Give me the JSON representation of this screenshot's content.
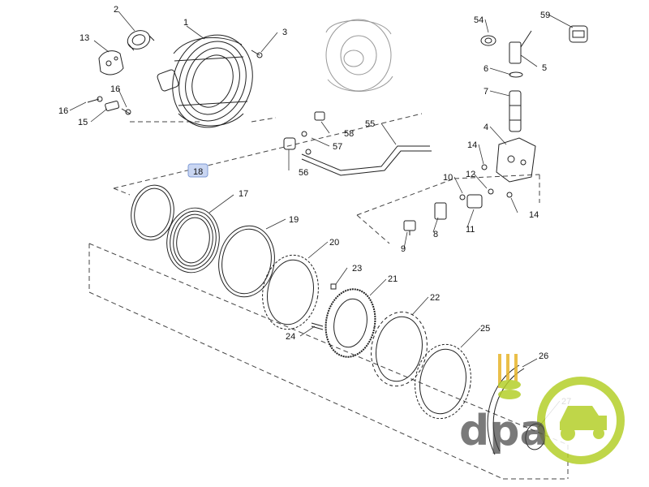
{
  "diagram": {
    "selected_part": "18",
    "parts": [
      {
        "id": "p1",
        "label": "1"
      },
      {
        "id": "p2",
        "label": "2"
      },
      {
        "id": "p3",
        "label": "3"
      },
      {
        "id": "p4",
        "label": "4"
      },
      {
        "id": "p5",
        "label": "5"
      },
      {
        "id": "p6",
        "label": "6"
      },
      {
        "id": "p7",
        "label": "7"
      },
      {
        "id": "p8",
        "label": "8"
      },
      {
        "id": "p9",
        "label": "9"
      },
      {
        "id": "p10",
        "label": "10"
      },
      {
        "id": "p11",
        "label": "11"
      },
      {
        "id": "p12",
        "label": "12"
      },
      {
        "id": "p13",
        "label": "13"
      },
      {
        "id": "p14a",
        "label": "14"
      },
      {
        "id": "p14b",
        "label": "14"
      },
      {
        "id": "p15",
        "label": "15"
      },
      {
        "id": "p16a",
        "label": "16"
      },
      {
        "id": "p16b",
        "label": "16"
      },
      {
        "id": "p17",
        "label": "17"
      },
      {
        "id": "p18",
        "label": "18"
      },
      {
        "id": "p19",
        "label": "19"
      },
      {
        "id": "p20",
        "label": "20"
      },
      {
        "id": "p21",
        "label": "21"
      },
      {
        "id": "p22",
        "label": "22"
      },
      {
        "id": "p23",
        "label": "23"
      },
      {
        "id": "p24",
        "label": "24"
      },
      {
        "id": "p25",
        "label": "25"
      },
      {
        "id": "p26",
        "label": "26"
      },
      {
        "id": "p27",
        "label": "27"
      },
      {
        "id": "p54",
        "label": "54"
      },
      {
        "id": "p55",
        "label": "55"
      },
      {
        "id": "p56",
        "label": "56"
      },
      {
        "id": "p57",
        "label": "57"
      },
      {
        "id": "p58",
        "label": "58"
      },
      {
        "id": "p59",
        "label": "59"
      }
    ]
  },
  "watermark": {
    "text": "dpa",
    "colors": {
      "green": "#b5cf2a",
      "dark": "#333333",
      "wheat": "#e7b52a"
    }
  },
  "colors": {
    "line": "#222222",
    "selected_bg": "#c9d6f2",
    "selected_border": "#7f9bd6"
  }
}
